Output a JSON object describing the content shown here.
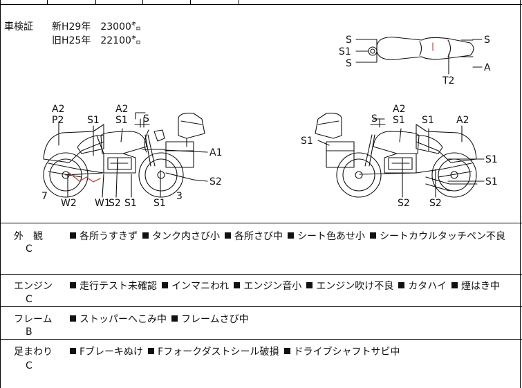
{
  "registration": {
    "label": "車検証",
    "new_line": "新H29年　23000㌔",
    "old_line": "旧H25年　22100㌔"
  },
  "diagram": {
    "top_view": {
      "left": [
        "S",
        "S1",
        "S"
      ],
      "right": [
        "S",
        "A"
      ],
      "bottom": "T2"
    },
    "left_side": {
      "top": [
        "A2",
        "P2",
        "S1",
        "A2",
        "S1",
        "S"
      ],
      "right": [
        "A1",
        "S2"
      ],
      "bottom": [
        "7",
        "W2",
        "W1",
        "S2",
        "S1",
        "S1",
        "3"
      ]
    },
    "right_side": {
      "top": [
        "S",
        "A2",
        "S1",
        "S1",
        "A2"
      ],
      "left": "S1",
      "right": [
        "S1",
        "S1"
      ],
      "bottom": [
        "S2",
        "S2"
      ]
    }
  },
  "sections": [
    {
      "title": "外　観",
      "grade": "C",
      "notes": [
        "各所うすきず",
        "タンク内さび小",
        "各所さび中",
        "シート色あせ小",
        "シートカウルタッチペン不良"
      ]
    },
    {
      "title": "エンジン",
      "grade": "C",
      "notes": [
        "走行テスト未確認",
        "インマニわれ",
        "エンジン音小",
        "エンジン吹け不良",
        "カタハイ",
        "煙はき中"
      ]
    },
    {
      "title": "フレーム",
      "grade": "B",
      "notes": [
        "ストッパーへこみ中",
        "フレームさび中"
      ]
    },
    {
      "title": "足まわり",
      "grade": "C",
      "notes": [
        "Fブレーキぬけ",
        "Fフォークダストシール破損",
        "ドライブシャフトサビ中"
      ]
    }
  ],
  "colors": {
    "line": "#111111",
    "damage": "#d0443c"
  }
}
